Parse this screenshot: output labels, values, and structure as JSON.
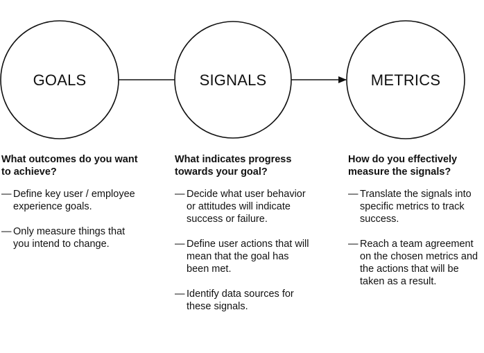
{
  "nodes": [
    {
      "id": "goals",
      "label": "GOALS"
    },
    {
      "id": "signals",
      "label": "SIGNALS"
    },
    {
      "id": "metrics",
      "label": "METRICS"
    }
  ],
  "columns": {
    "goals": {
      "question": "What outcomes do you want to achieve?",
      "bullets": [
        "Define key user / employee experience goals.",
        "Only measure things that you intend to change."
      ]
    },
    "signals": {
      "question": "What indicates progress towards your goal?",
      "bullets": [
        "Decide what user behavior or attitudes will indicate success or failure.",
        "Define user actions that will mean that the goal has been met.",
        "Identify data sources for these signals."
      ]
    },
    "metrics": {
      "question": "How do you effectively measure the signals?",
      "bullets": [
        "Translate the signals into specific metrics to track success.",
        "Reach a team agreement on the chosen metrics and the actions that will be taken as a result."
      ]
    }
  }
}
